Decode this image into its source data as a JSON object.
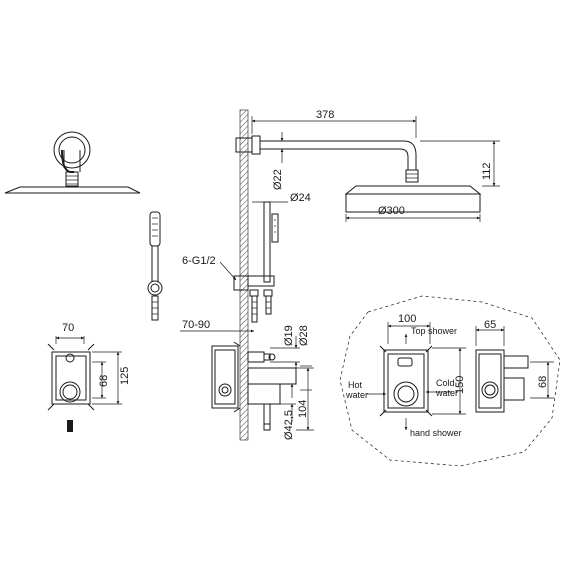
{
  "dimensions": {
    "arm_length": "378",
    "drop_height": "112",
    "pipe_dia": "Ø22",
    "slide_dia": "Ø24",
    "head_dia": "Ø300",
    "thread": "6-G1/2",
    "wall_depth": "70-90",
    "outlet_dia_small": "Ø19",
    "outlet_dia_large": "Ø28",
    "plate_dia": "Ø42,5",
    "body_height": "104",
    "box_width": "70",
    "box_height": "125",
    "box_inner": "68",
    "detail_width": "100",
    "detail_height": "150",
    "detail_side_width": "65",
    "detail_side_height": "68"
  },
  "labels": {
    "top_shower": "Top shower",
    "hot_water_1": "Hot",
    "hot_water_2": "water",
    "cold_water_1": "Cold",
    "cold_water_2": "water",
    "hand_shower": "hand shower"
  }
}
